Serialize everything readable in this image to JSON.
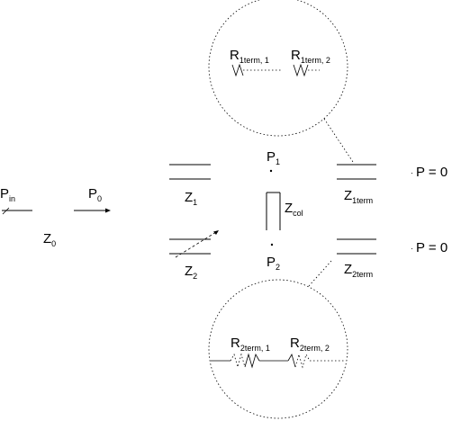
{
  "labels": {
    "p_in": {
      "main": "P",
      "sub": "in"
    },
    "p_0": {
      "main": "P",
      "sub": "0"
    },
    "z_0": {
      "main": "Z",
      "sub": "0"
    },
    "z_1": {
      "main": "Z",
      "sub": "1"
    },
    "z_2": {
      "main": "Z",
      "sub": "2"
    },
    "p_1": {
      "main": "P",
      "sub": "1"
    },
    "p_2": {
      "main": "P",
      "sub": "2"
    },
    "z_col": {
      "main": "Z",
      "sub": "col"
    },
    "z_1term": {
      "main": "Z",
      "sub": "1term"
    },
    "z_2term": {
      "main": "Z",
      "sub": "2term"
    },
    "r_1term_1": {
      "main": "R",
      "sub": "1term, 1"
    },
    "r_1term_2": {
      "main": "R",
      "sub": "1term, 2"
    },
    "r_2term_1": {
      "main": "R",
      "sub": "2term, 1"
    },
    "r_2term_2": {
      "main": "R",
      "sub": "2term, 2"
    }
  },
  "boundary_1": "P = 0",
  "boundary_2": "P = 0"
}
